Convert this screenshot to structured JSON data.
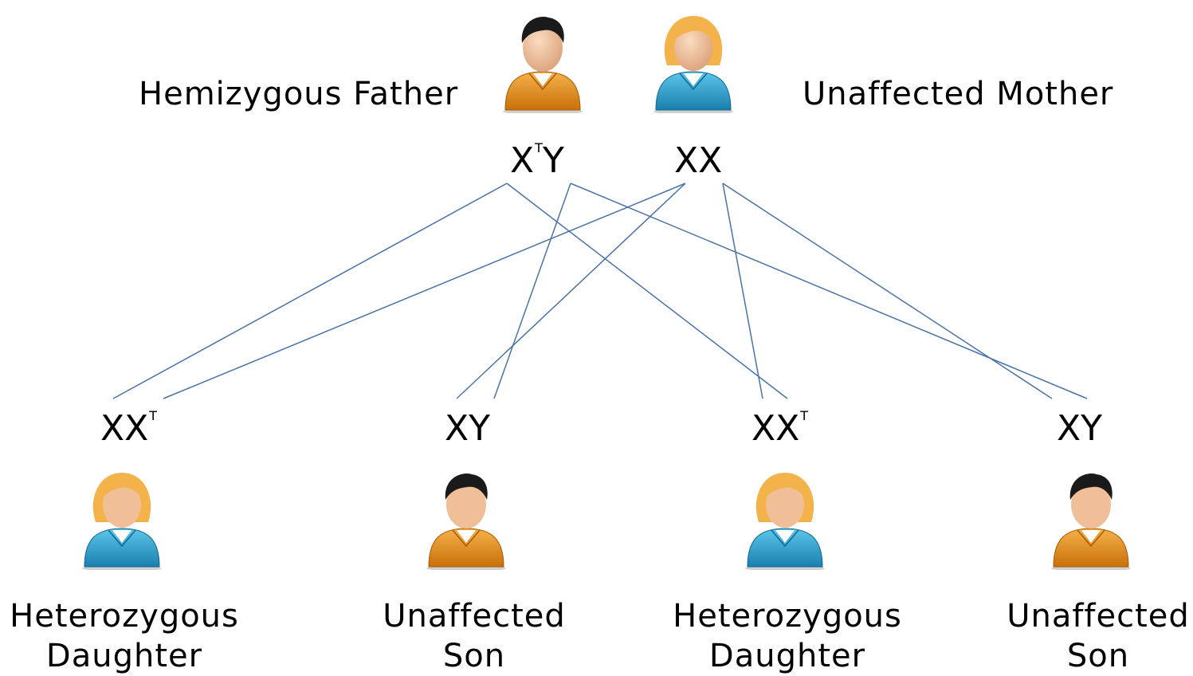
{
  "parents": {
    "father": {
      "label": "Hemizygous Father",
      "genotype": {
        "base": "X",
        "sup": "T",
        "tail": "Y"
      },
      "icon": "male-person-icon"
    },
    "mother": {
      "label": "Unaffected Mother",
      "genotype": {
        "base": "XX",
        "sup": "",
        "tail": ""
      },
      "icon": "female-person-icon"
    }
  },
  "children": [
    {
      "genotype": {
        "base": "XX",
        "sup": "T"
      },
      "label_line1": "Heterozygous",
      "label_line2": "Daughter",
      "icon": "female-person-icon"
    },
    {
      "genotype": {
        "base": "XY",
        "sup": ""
      },
      "label_line1": "Unaffected",
      "label_line2": "Son",
      "icon": "male-person-icon"
    },
    {
      "genotype": {
        "base": "XX",
        "sup": "T"
      },
      "label_line1": "Heterozygous",
      "label_line2": "Daughter",
      "icon": "female-person-icon"
    },
    {
      "genotype": {
        "base": "XY",
        "sup": ""
      },
      "label_line1": "Unaffected",
      "label_line2": "Son",
      "icon": "male-person-icon"
    }
  ],
  "colors": {
    "line": "#4a72a8",
    "male_shirt": "#e8901a",
    "female_shirt": "#2aa3d0",
    "hair_male": "#1a1a1a",
    "hair_female": "#f3b24a",
    "skin": "#f4c7a1"
  }
}
